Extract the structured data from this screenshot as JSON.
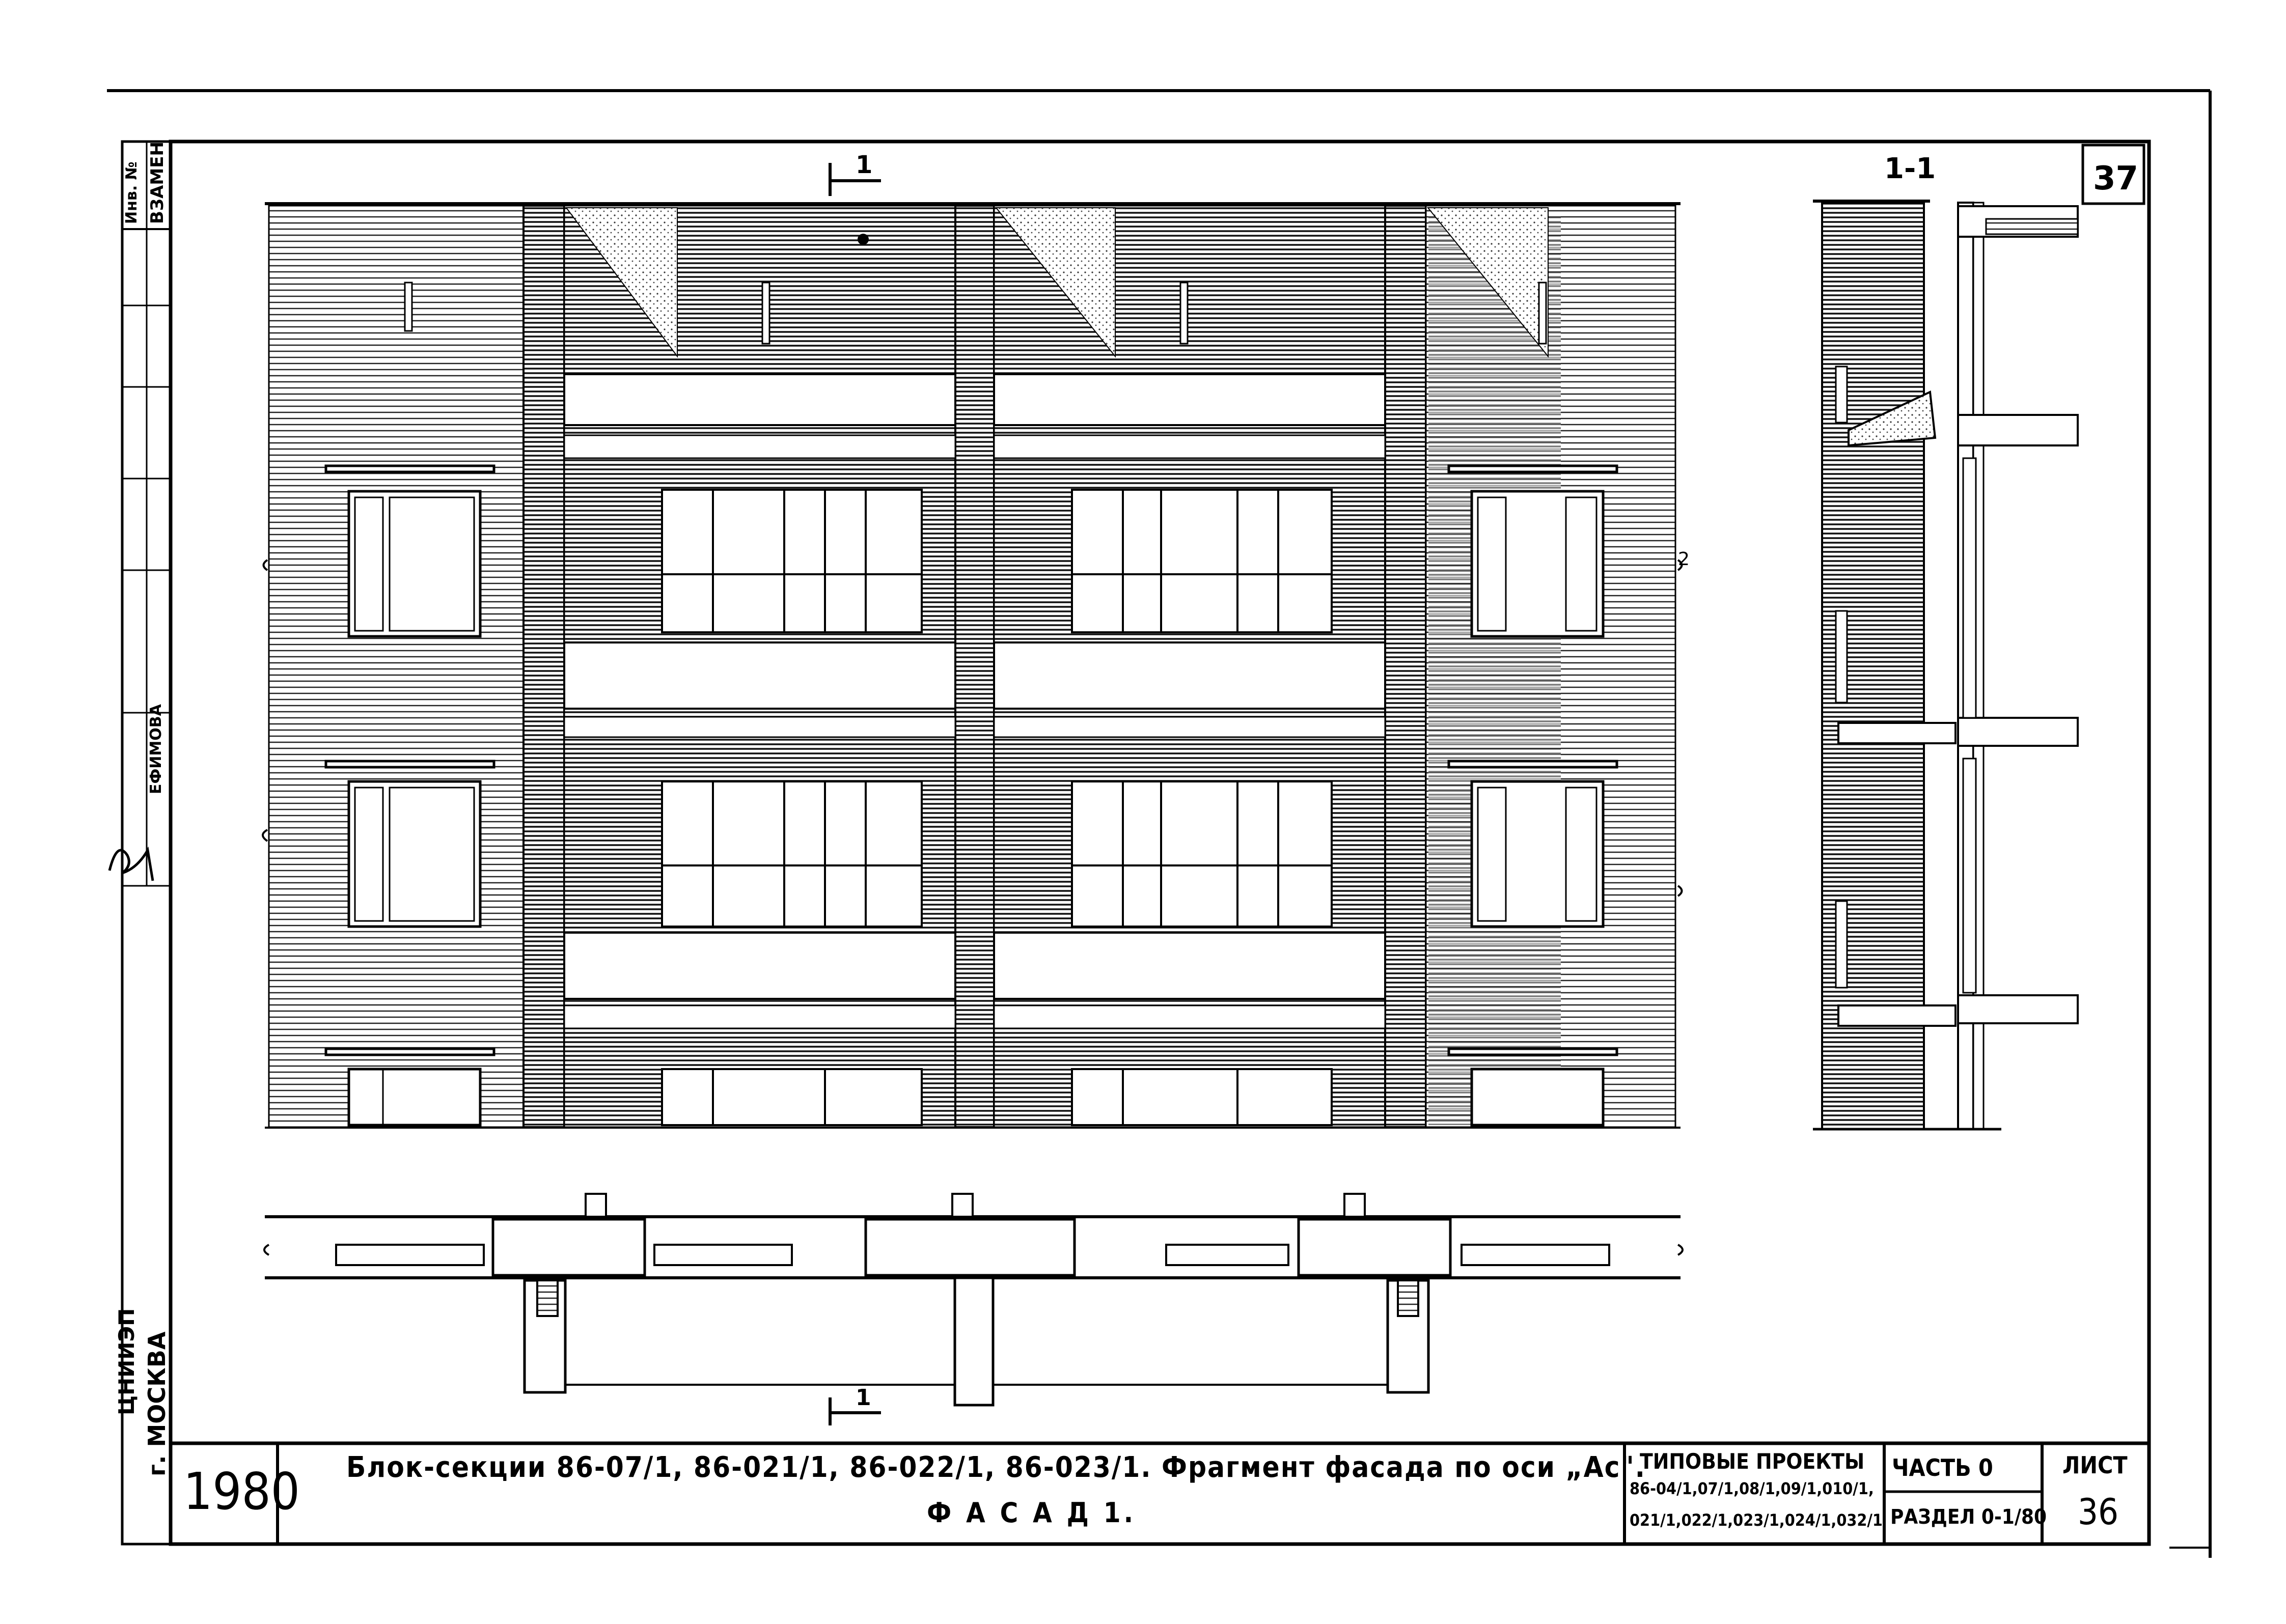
{
  "sheet": {
    "corner_number": "37",
    "year": "1980",
    "title_line1": "Блок-секции 86-07/1, 86-021/1, 86-022/1, 86-023/1. Фрагмент фасада по оси „Ас\".",
    "title_line2": "Ф А С А Д 1.",
    "projects_label": "ТИПОВЫЕ ПРОЕКТЫ",
    "projects_line1": "86-04/1,07/1,08/1,09/1,010/1,",
    "projects_line2": "021/1,022/1,023/1,024/1,032/1",
    "part_label": "ЧАСТЬ 0",
    "section_label": "РАЗДЕЛ 0-1/80",
    "sheet_label": "ЛИСТ",
    "sheet_number": "36",
    "city": "г. МОСКВА",
    "org": "ЦНИИЭП",
    "replace_label": "ВЗАМЕН",
    "inv_label": "Инв. №",
    "author": "ЕФИМОВА"
  },
  "drawing": {
    "section_mark_top": "1",
    "section_mark_bottom": "1",
    "section_title": "1-1",
    "break_mark": "2"
  }
}
